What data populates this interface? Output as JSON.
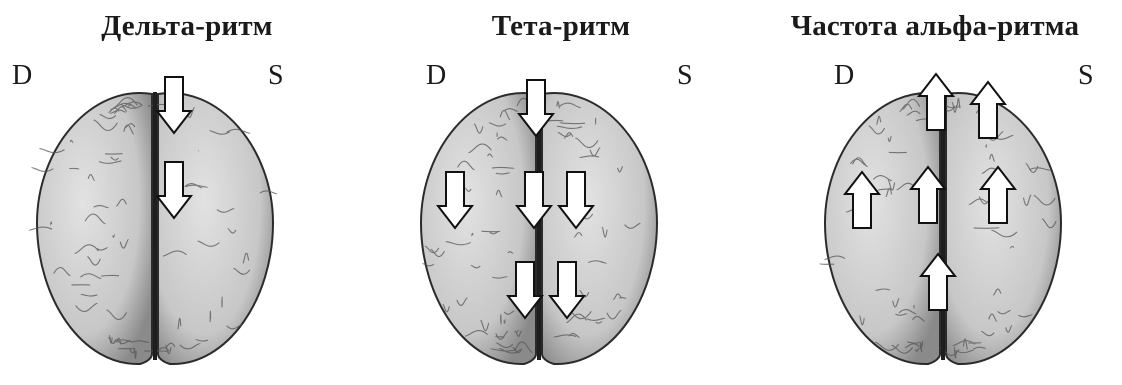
{
  "panels": [
    {
      "title": "Дельта-ритм",
      "left_label": "D",
      "right_label": "S",
      "arrows": [
        {
          "hemisphere": "S",
          "direction": "down"
        },
        {
          "hemisphere": "S",
          "direction": "down"
        }
      ]
    },
    {
      "title": "Тета-ритм",
      "left_label": "D",
      "right_label": "S",
      "arrows": [
        {
          "hemisphere": "S",
          "direction": "down"
        },
        {
          "hemisphere": "D",
          "direction": "down"
        },
        {
          "hemisphere": "S",
          "direction": "down"
        },
        {
          "hemisphere": "S",
          "direction": "down"
        },
        {
          "hemisphere": "D",
          "direction": "down"
        },
        {
          "hemisphere": "S",
          "direction": "down"
        }
      ]
    },
    {
      "title": "Частота альфа-ритма",
      "left_label": "D",
      "right_label": "S",
      "arrows": [
        {
          "hemisphere": "D",
          "direction": "up"
        },
        {
          "hemisphere": "S",
          "direction": "up"
        },
        {
          "hemisphere": "D",
          "direction": "up"
        },
        {
          "hemisphere": "D",
          "direction": "up"
        },
        {
          "hemisphere": "S",
          "direction": "up"
        },
        {
          "hemisphere": "D",
          "direction": "up"
        }
      ]
    }
  ],
  "colors": {
    "brain_fill": "#c7c7c7",
    "brain_shade": "#8a8a8a",
    "outline": "#2b2b2b",
    "arrow_fill": "#ffffff"
  }
}
